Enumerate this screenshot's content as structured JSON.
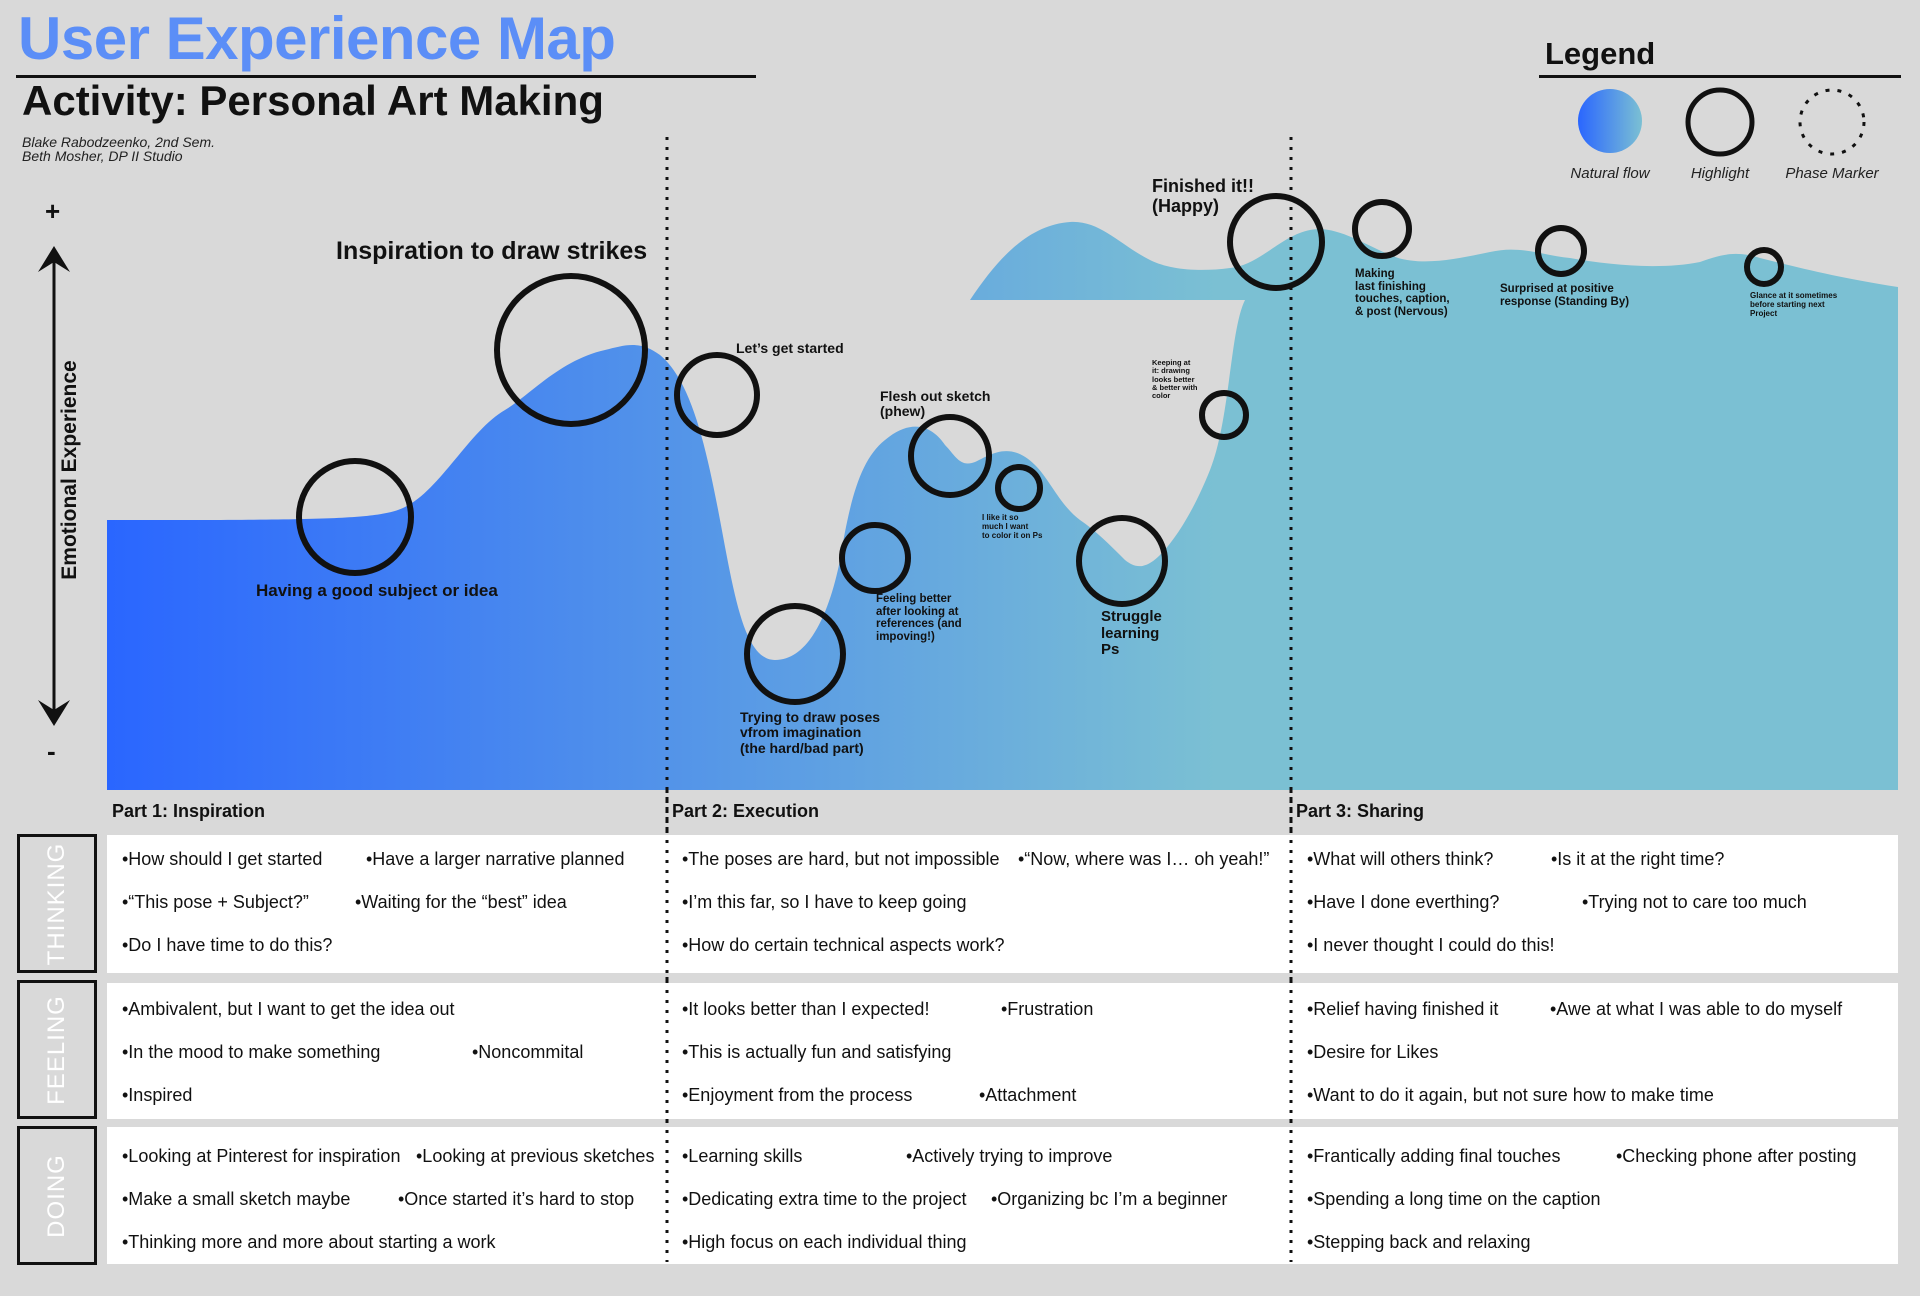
{
  "header": {
    "title": "User Experience Map",
    "subtitle": "Activity: Personal Art Making",
    "credit_line_1": "Blake Rabodzeenko, 2nd Sem.",
    "credit_line_2": "Beth Mosher, DP II Studio"
  },
  "legend": {
    "title": "Legend",
    "items": [
      {
        "label": "Natural flow",
        "icon": "gradient-circle-icon"
      },
      {
        "label": "Highlight",
        "icon": "solid-ring-icon"
      },
      {
        "label": "Phase Marker",
        "icon": "dashed-ring-icon"
      }
    ]
  },
  "axis": {
    "label": "Emotional Experience",
    "plus": "+",
    "minus": "-"
  },
  "colors": {
    "flow_start": "#2a66ff",
    "flow_end": "#7bc0d3",
    "background": "#d9d9d9",
    "title": "#5b8ef7"
  },
  "annotations": {
    "inspiration": "Inspiration to draw strikes",
    "good_subject": "Having a good subject or idea",
    "lets_get_started": "Let’s get started",
    "trying_poses": [
      "Trying to draw poses",
      "vfrom imagination",
      "(the hard/bad part)"
    ],
    "feeling_better": [
      "Feeling better",
      "after looking at",
      "references (and",
      "impoving!)"
    ],
    "flesh_out": [
      "Flesh out sketch",
      "(phew)"
    ],
    "like_color": [
      "I like it so",
      "much I want",
      "to color it on Ps"
    ],
    "struggle": [
      "Struggle",
      "learning",
      "Ps"
    ],
    "keeping_at_it": [
      "Keeping at",
      "it: drawing",
      "looks better",
      "& better with",
      "color"
    ],
    "finished": [
      "Finished it!!",
      "(Happy)"
    ],
    "finishing_touches": [
      "Making",
      "last finishing",
      "touches, caption,",
      "& post (Nervous)"
    ],
    "surprised": [
      "Surprised at positive",
      "response (Standing By)"
    ],
    "glance": [
      "Glance at it sometimes",
      "before starting next",
      "Project"
    ]
  },
  "phases": [
    {
      "title": "Part 1: Inspiration"
    },
    {
      "title": "Part 2: Execution"
    },
    {
      "title": "Part 3: Sharing"
    }
  ],
  "rows": [
    {
      "label": "THINKING",
      "cells": [
        [
          [
            "•How should I get started",
            "•Have a larger narrative planned"
          ],
          [
            "•“This pose + Subject?”",
            "•Waiting for the “best” idea"
          ],
          [
            "•Do I have time to do this?"
          ]
        ],
        [
          [
            "•The poses are hard, but not impossible",
            "•“Now, where was I… oh yeah!”"
          ],
          [
            "•I’m this far, so I have to keep going"
          ],
          [
            "•How do certain technical aspects work?"
          ]
        ],
        [
          [
            "•What will others think?",
            "•Is it at the right time?"
          ],
          [
            "•Have I done everthing?",
            "•Trying not to care too much"
          ],
          [
            "•I never thought I could do this!"
          ]
        ]
      ]
    },
    {
      "label": "FEELING",
      "cells": [
        [
          [
            "•Ambivalent, but I want to get the idea out"
          ],
          [
            "•In the mood to make something",
            "•Noncommital"
          ],
          [
            "•Inspired"
          ]
        ],
        [
          [
            "•It looks better than I expected!",
            "•Frustration"
          ],
          [
            "•This is actually fun and satisfying"
          ],
          [
            "•Enjoyment from the process",
            "•Attachment"
          ]
        ],
        [
          [
            "•Relief having finished it",
            "•Awe at what I was able to do myself"
          ],
          [
            "•Desire for Likes"
          ],
          [
            "•Want to do it again, but not sure how to make time"
          ]
        ]
      ]
    },
    {
      "label": "DOING",
      "cells": [
        [
          [
            "•Looking at Pinterest for inspiration",
            "•Looking at previous sketches"
          ],
          [
            "•Make a small sketch maybe",
            "•Once started it’s hard to stop"
          ],
          [
            "•Thinking more and more about starting a work"
          ]
        ],
        [
          [
            "•Learning skills",
            "•Actively trying to improve"
          ],
          [
            "•Dedicating extra time to the project",
            "•Organizing bc I’m a beginner"
          ],
          [
            "•High focus on each individual thing"
          ]
        ],
        [
          [
            "•Frantically adding final touches",
            "•Checking phone after posting"
          ],
          [
            "•Spending a long time on the caption"
          ],
          [
            "•Stepping back and relaxing"
          ]
        ]
      ]
    }
  ]
}
